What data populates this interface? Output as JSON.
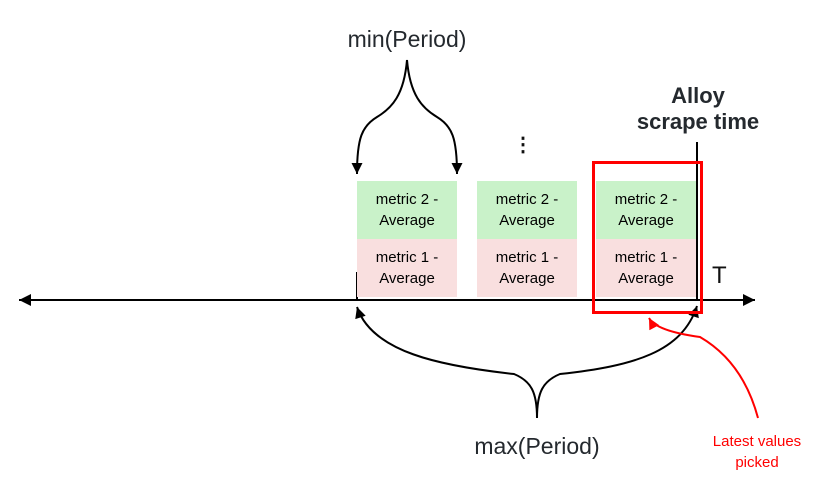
{
  "labels": {
    "min_period": "min(Period)",
    "max_period": "max(Period)",
    "alloy_line1": "Alloy",
    "alloy_line2": "scrape time",
    "axis": "T",
    "ellipsis": "⋮",
    "latest_line1": "Latest values",
    "latest_line2": "picked"
  },
  "groups": [
    {
      "top": "metric 2 - Average",
      "bottom": "metric 1 - Average"
    },
    {
      "top": "metric 2 - Average",
      "bottom": "metric 1 - Average"
    },
    {
      "top": "metric 2 - Average",
      "bottom": "metric 1 - Average"
    }
  ],
  "colors": {
    "metric2_fill": "#c9f2c9",
    "metric1_fill": "#f9dfdf",
    "highlight_red": "#ff0000",
    "line_black": "#000000",
    "heading_text": "#24292e"
  }
}
